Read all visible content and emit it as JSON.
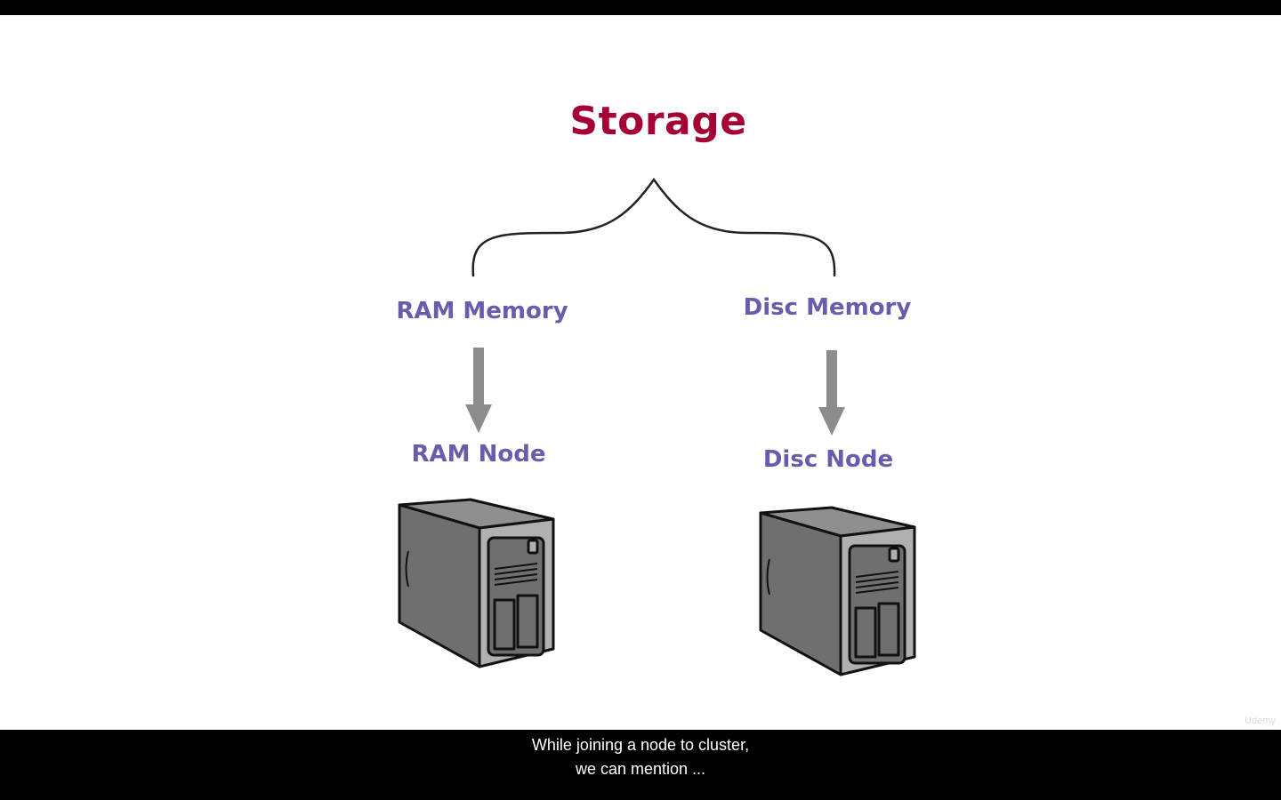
{
  "colors": {
    "title": "#a50034",
    "label": "#6a5cad",
    "line": "#222222",
    "arrow": "#8c8c8c",
    "server_body": "#6f6f6f",
    "server_top": "#8f8f8f",
    "server_panel": "#b0b0b0"
  },
  "diagram": {
    "title": "Storage",
    "left": {
      "memory_label": "RAM Memory",
      "node_label": "RAM Node"
    },
    "right": {
      "memory_label": "Disc Memory",
      "node_label": "Disc Node"
    }
  },
  "watermark": "Udemy",
  "captions": {
    "line1": "While joining a node to cluster,",
    "line2": "we can mention ..."
  },
  "icons": {
    "left_server": "server-tower-icon",
    "right_server": "server-tower-icon",
    "left_arrow": "arrow-down-icon",
    "right_arrow": "arrow-down-icon"
  }
}
